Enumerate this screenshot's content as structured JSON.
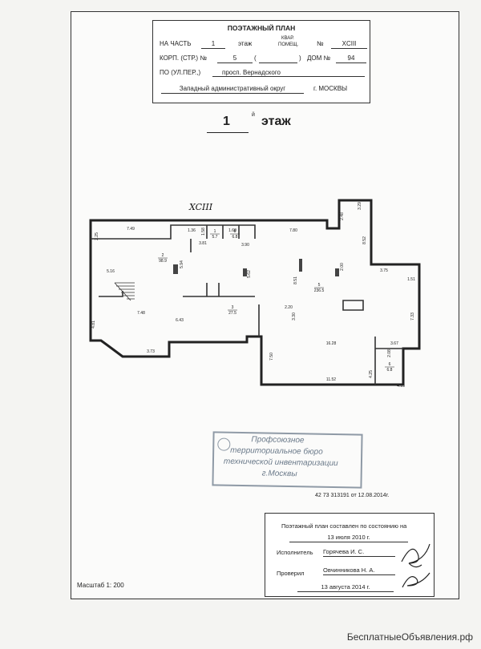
{
  "header": {
    "title": "ПОЭТАЖНЫЙ ПЛАН",
    "na_chast_label": "НА ЧАСТЬ",
    "floor_value": "1",
    "floor_word": "этаж",
    "kvar_label": "КВАР.",
    "pomesh_label": "ПОМЕЩ.",
    "number_sign": "№",
    "premise_number": "XCIII",
    "korp_label": "КОРП. (СТР.) №",
    "korp_value": "5",
    "korp_paren_open": "(",
    "korp_paren_close": ")",
    "dom_label": "ДОМ №",
    "dom_value": "94",
    "street_label": "ПО (УЛ.ПЕР.,)",
    "street_value": "просп. Вернадского",
    "district_value": "Западный административный округ",
    "city_value": "г. МОСКВЫ"
  },
  "floor_heading": {
    "number": "1",
    "suffix": "й",
    "word": "этаж"
  },
  "plan": {
    "premise_mark": "XCIII",
    "rooms": [
      {
        "number": "1",
        "area": "5.7"
      },
      {
        "number": "2",
        "area": "98.9"
      },
      {
        "number": "3",
        "area": "27.5"
      },
      {
        "number": "5",
        "area": "236.5"
      },
      {
        "number": "6",
        "area": "6.8"
      },
      {
        "number": "8",
        "area": "6.8"
      }
    ],
    "dimensions": [
      "7.49",
      "2.25",
      "1.36",
      "1.58",
      "3.81",
      "1.60",
      "3.90",
      "7.80",
      "3.29",
      "2.48",
      "8.52",
      "5.16",
      "5.94",
      "5.62",
      "8.51",
      "2.00",
      "3.75",
      "1.51",
      "7.48",
      "4.81",
      "6.43",
      "2.20",
      "3.30",
      "7.33",
      "3.73",
      "7.50",
      "16.28",
      "3.67",
      "2.08",
      "4.25",
      "4.13",
      "11.52"
    ]
  },
  "stamp": {
    "line1": "Профсоюзное",
    "line2": "территориальное бюро",
    "line3": "технической инвентаризации",
    "line4": "г.Москвы"
  },
  "registration": "42 73 313191 от 12.08.2014г.",
  "info": {
    "status_line": "Поэтажный план составлен по состоянию на",
    "status_date": "13 июля 2010 г.",
    "executor_label": "Исполнитель",
    "executor_name": "Горячева И. С.",
    "checker_label": "Проверил",
    "checker_name": "Овчинникова Н. А.",
    "issue_date": "13 августа 2014 г."
  },
  "scale": "Масштаб 1: 200",
  "watermark": "БесплатныеОбъявления.рф"
}
